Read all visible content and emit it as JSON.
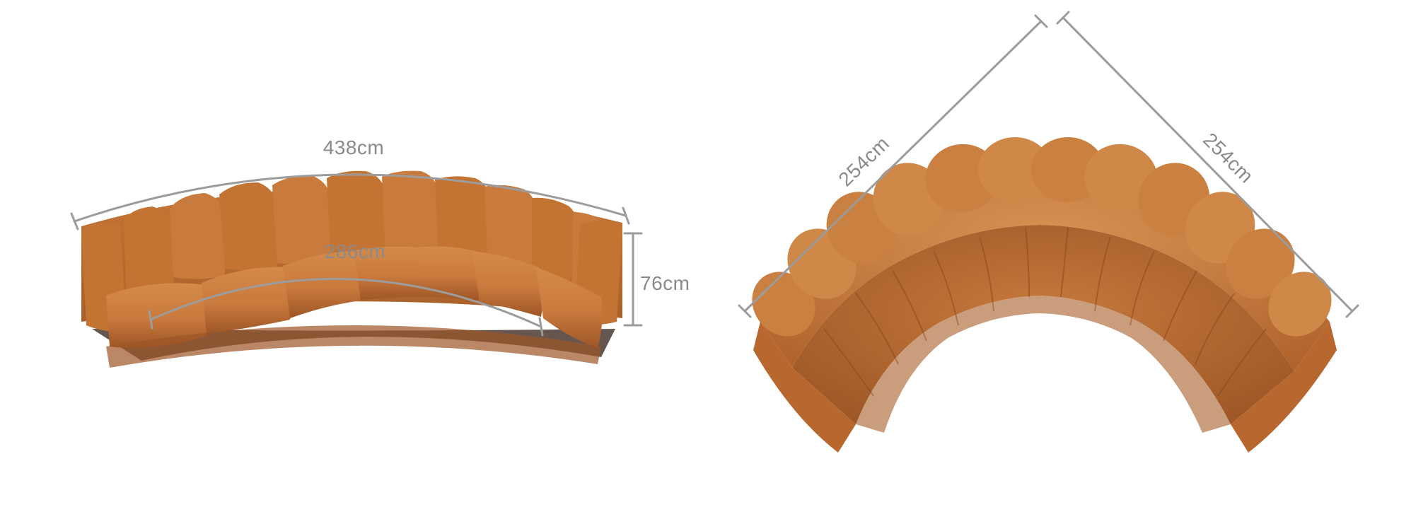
{
  "image": {
    "subject": "curved sectional sofa dimension diagram",
    "fabric_color": "#C97A3D",
    "fabric_shadow": "#9E5626",
    "base_color": "#4A3A30",
    "dimension_color": "#9C9C9C"
  },
  "views": {
    "front": {
      "width_label": "438cm",
      "inner_width_label": "286cm",
      "height_label": "76cm"
    },
    "top": {
      "left_side_label": "254cm",
      "right_side_label": "254cm"
    }
  }
}
